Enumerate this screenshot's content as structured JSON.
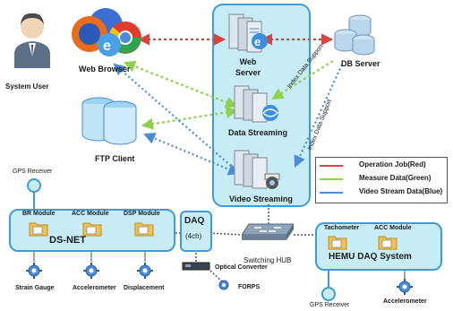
{
  "nodes": {
    "system_user": "System User",
    "web_browser": "Web Browser",
    "web_server": "Web\nServer",
    "db_server": "DB Server",
    "data_streaming": "Data Streaming",
    "ftp_client": "FTP Client",
    "video_streaming": "Video Streaming",
    "gps_receiver_top": "GPS Receiver",
    "br_module": "BR Module",
    "acc_module_left": "ACC Module",
    "dsp_module": "DSP Module",
    "ds_net": "DS-NET",
    "daq": "DAQ",
    "daq_channels": "(4ch)",
    "switching_hub": "Switching HUB",
    "optical_converter": "Optical Converter",
    "forps": "FORPS",
    "strain_gauge": "Strain Gauge",
    "accelerometer_left": "Accelerometer",
    "displacement": "Displacement",
    "tachometer": "Tachometer",
    "acc_module_right": "ACC Module",
    "hemu_daq_system": "HEMU DAQ System",
    "gps_receiver_bottom": "GPS Receiver",
    "accelerometer_right": "Accelerometer",
    "index_data_support_1": "Index Data Support",
    "index_data_support_2": "Index Data Support"
  },
  "legend": [
    {
      "label": "Operation Job(Red)",
      "color": "#d9443f"
    },
    {
      "label": "Measure Data(Green)",
      "color": "#8fd14f"
    },
    {
      "label": "Video Stream Data(Blue)",
      "color": "#4a8cd6"
    }
  ],
  "colors": {
    "operation": "#d9443f",
    "measure": "#8fd14f",
    "video": "#4a8cd6",
    "panel_border": "#3d9bd6",
    "panel_fill": "#c8ecf5"
  }
}
